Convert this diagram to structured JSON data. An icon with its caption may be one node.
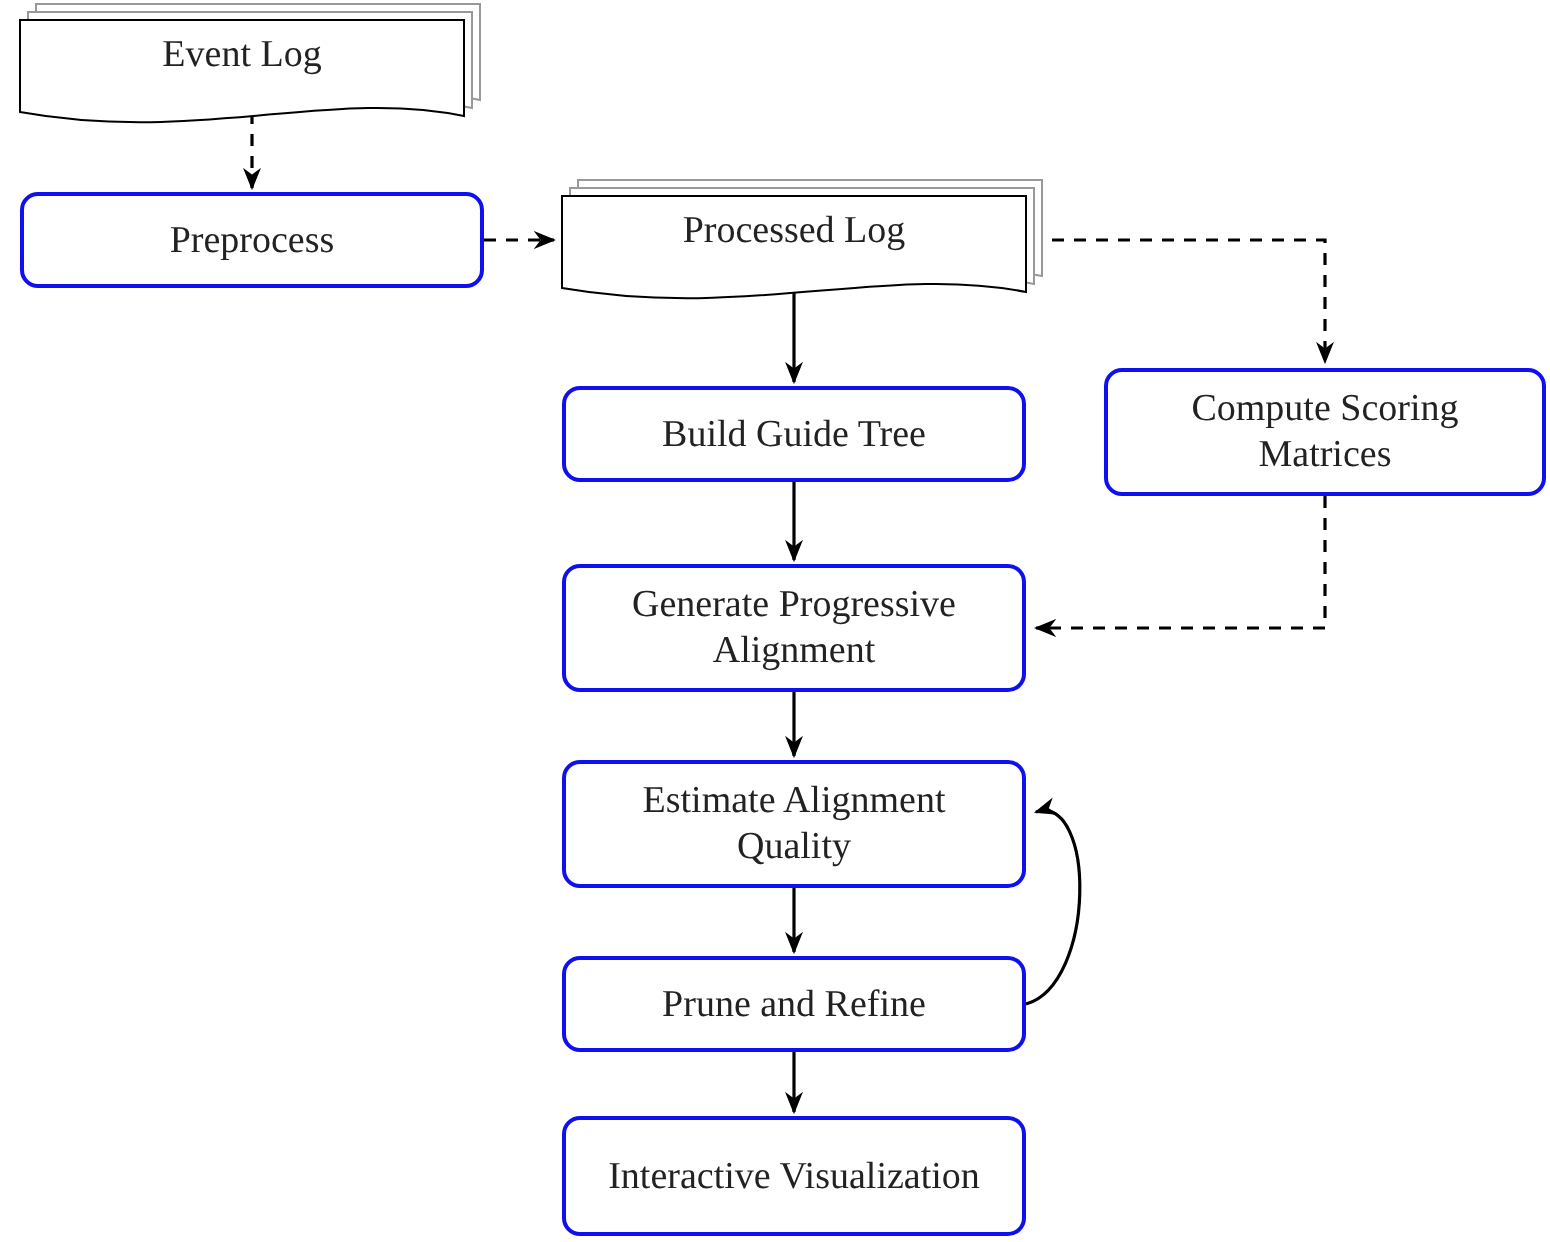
{
  "diagram": {
    "nodes": [
      {
        "text": [
          "Event Log"
        ]
      },
      {
        "text": [
          "Preprocess"
        ]
      },
      {
        "text": [
          "Processed Log"
        ]
      },
      {
        "text": [
          "Build Guide Tree"
        ]
      },
      {
        "text": [
          "Compute Scoring Matrices"
        ]
      },
      {
        "text": [
          "Generate Progressive Alignment"
        ]
      },
      {
        "text": [
          "Estimate Alignment Quality"
        ]
      },
      {
        "text": [
          "Prune and Refine"
        ]
      },
      {
        "text": [
          "Interactive Visualization"
        ]
      }
    ],
    "edges": [
      {
        "from": 0,
        "to": 1,
        "arrow": "to",
        "style": "dashed"
      },
      {
        "from": 1,
        "to": 2,
        "arrow": "to",
        "style": "dashed"
      },
      {
        "from": 2,
        "to": 4,
        "arrow": "to",
        "style": "dashed"
      },
      {
        "from": 2,
        "to": 3,
        "arrow": "to"
      },
      {
        "from": 3,
        "to": 5,
        "arrow": "to"
      },
      {
        "from": 4,
        "to": 5,
        "arrow": "to",
        "style": "dashed"
      },
      {
        "from": 5,
        "to": 6,
        "arrow": "to"
      },
      {
        "from": 6,
        "to": 7,
        "arrow": "to"
      },
      {
        "from": 7,
        "to": 6,
        "arrow": "to"
      },
      {
        "from": 7,
        "to": 8,
        "arrow": "to"
      }
    ]
  }
}
